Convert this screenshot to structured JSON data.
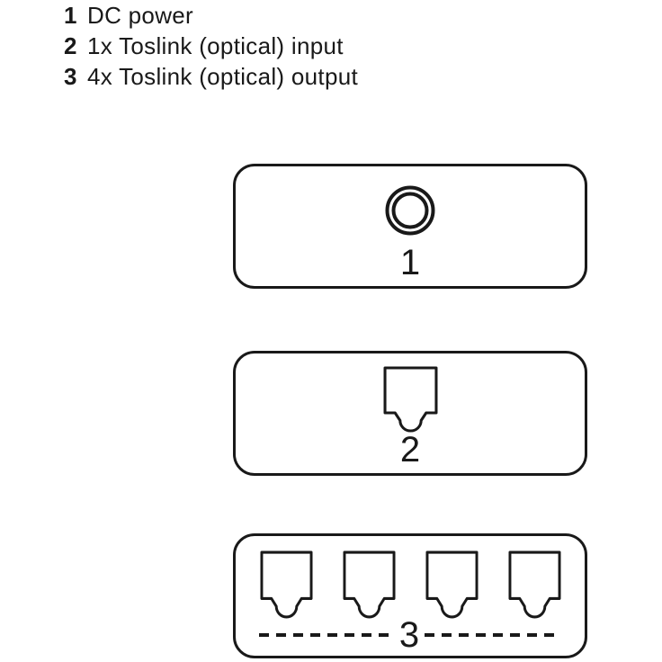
{
  "colors": {
    "ink": "#191919",
    "background": "#ffffff"
  },
  "legend": {
    "items": [
      {
        "number": "1",
        "label": "DC power"
      },
      {
        "number": "2",
        "label": "1x Toslink (optical) input"
      },
      {
        "number": "3",
        "label": "4x Toslink (optical) output"
      }
    ]
  },
  "panels": [
    {
      "number": "1",
      "connector": "dc-power-jack",
      "port_count": 1
    },
    {
      "number": "2",
      "connector": "toslink-optical-port",
      "port_count": 1
    },
    {
      "number": "3",
      "connector": "toslink-optical-port",
      "port_count": 4
    }
  ]
}
